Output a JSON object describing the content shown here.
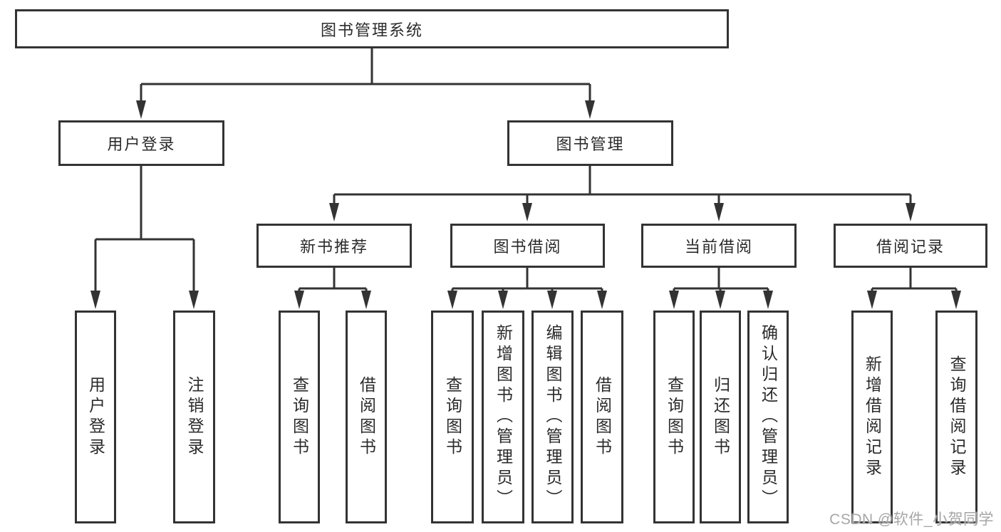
{
  "colors": {
    "line": "#333333",
    "box_border": "#333333",
    "text": "#2b2b2b",
    "watermark": "#a6a6a6",
    "background": "#ffffff"
  },
  "watermark": "CSDN @软件_小贺同学",
  "tree": {
    "root": {
      "label": "图书管理系统"
    },
    "branches": [
      {
        "label": "用户登录",
        "children": [
          {
            "label": "用户登录"
          },
          {
            "label": "注销登录"
          }
        ]
      },
      {
        "label": "图书管理",
        "children": [
          {
            "label": "新书推荐",
            "children": [
              {
                "label": "查询图书"
              },
              {
                "label": "借阅图书"
              }
            ]
          },
          {
            "label": "图书借阅",
            "children": [
              {
                "label": "查询图书"
              },
              {
                "label": "新增图书（管理员）"
              },
              {
                "label": "编辑图书（管理员）"
              },
              {
                "label": "借阅图书"
              }
            ]
          },
          {
            "label": "当前借阅",
            "children": [
              {
                "label": "查询图书"
              },
              {
                "label": "归还图书"
              },
              {
                "label": "确认归还（管理员）"
              }
            ]
          },
          {
            "label": "借阅记录",
            "children": [
              {
                "label": "新增借阅记录"
              },
              {
                "label": "查询借阅记录"
              }
            ]
          }
        ]
      }
    ]
  }
}
